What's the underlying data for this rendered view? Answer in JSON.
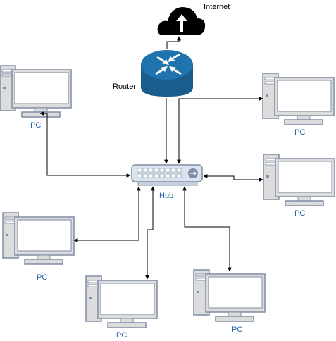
{
  "labels": {
    "internet": "Internet",
    "router": "Router",
    "hub": "Hub",
    "pc": "PC"
  },
  "nodes": {
    "cloud": {
      "icon": "cloud-upload-icon",
      "color": "#000000"
    },
    "router": {
      "icon": "router-icon",
      "color": "#1a5c8c"
    },
    "hub": {
      "icon": "hub-icon",
      "color": "#dbe3ef"
    },
    "pcs": [
      {
        "icon": "desktop-pc-icon",
        "label": "PC"
      },
      {
        "icon": "desktop-pc-icon",
        "label": "PC"
      },
      {
        "icon": "desktop-pc-icon",
        "label": "PC"
      },
      {
        "icon": "desktop-pc-icon",
        "label": "PC"
      },
      {
        "icon": "desktop-pc-icon",
        "label": "PC"
      },
      {
        "icon": "desktop-pc-icon",
        "label": "PC"
      }
    ]
  },
  "colors": {
    "pc_body": "#dcdcdc",
    "pc_outline": "#7f8ea6",
    "label_blue": "#1f5fa6"
  }
}
